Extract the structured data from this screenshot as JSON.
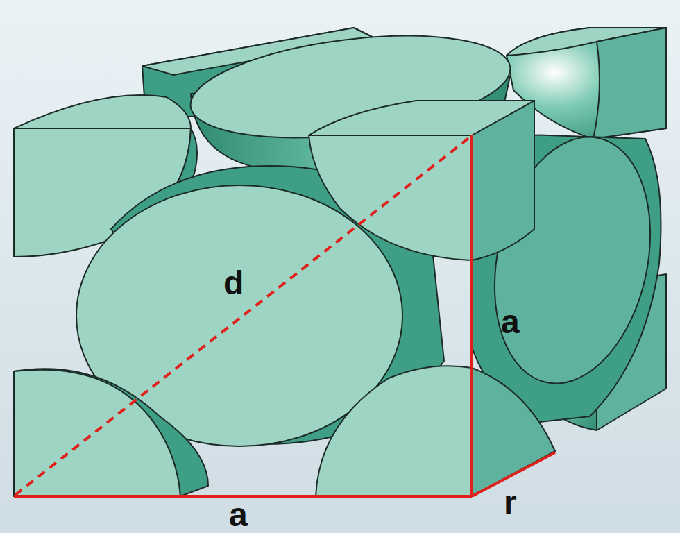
{
  "diagram": {
    "labels": [
      "d",
      "a",
      "a",
      "r"
    ]
  }
}
